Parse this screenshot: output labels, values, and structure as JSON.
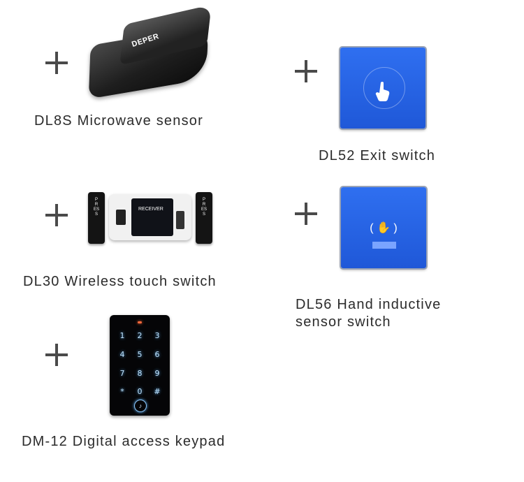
{
  "products": [
    {
      "id": "dl8s",
      "caption": "DL8S Microwave sensor",
      "logo": "DEPER"
    },
    {
      "id": "dl52",
      "caption": "DL52 Exit switch"
    },
    {
      "id": "dl30",
      "caption": "DL30 Wireless touch switch",
      "receiver_label": "RECEIVER",
      "transmitter_label": "PRESS"
    },
    {
      "id": "dl56",
      "caption_line1": "DL56 Hand inductive",
      "caption_line2": "sensor switch"
    },
    {
      "id": "dm12",
      "caption": "DM-12 Digital access keypad",
      "keys": [
        "1",
        "2",
        "3",
        "4",
        "5",
        "6",
        "7",
        "8",
        "9",
        "*",
        "0",
        "#"
      ]
    }
  ],
  "icons": {
    "plus": "plus-icon",
    "touch": "hand-pointer-icon",
    "wave": "hand-wave-icon",
    "bell": "bell-icon"
  }
}
